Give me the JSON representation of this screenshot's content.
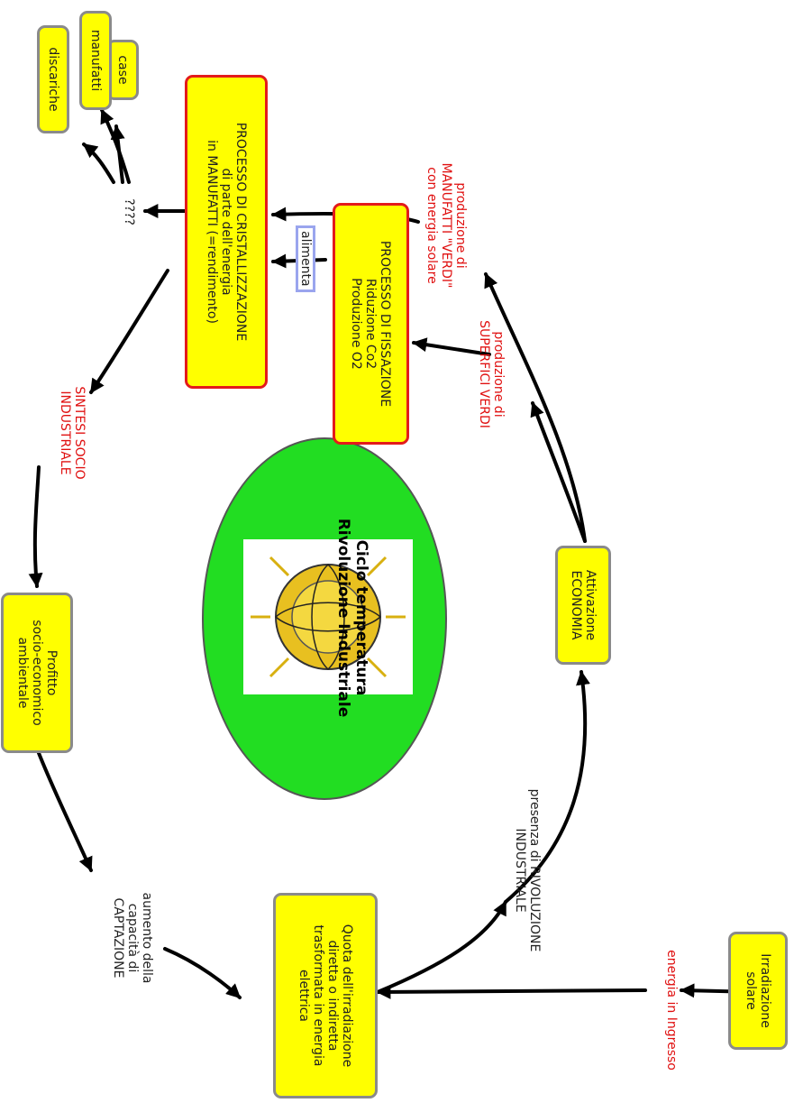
{
  "nodes": {
    "irradiazione_solare": [
      "Irradiazione",
      "solare"
    ],
    "quota_irradiazione": [
      "Quota dell'irradiazione",
      "diretta o indiretta",
      "trasformata in energia",
      "elettrica"
    ],
    "attivazione_economia": [
      "Attivazione",
      "ECONOMIA"
    ],
    "profitto": [
      "Profitto",
      "socio-economico",
      "ambientale"
    ],
    "processo_fissazione": [
      "PROCESSO DI FISSAZIONE",
      "Riduzione Co2",
      "Produzione O2"
    ],
    "processo_cristallizzazione": [
      "PROCESSO DI CRISTALLIZZAZIONE",
      "di parte dell'energia",
      "in MANUFATTI (=rendimento)"
    ],
    "case": "case",
    "manufatti": "manufatti",
    "discariche": "discariche"
  },
  "labels": {
    "energia_ingresso": [
      "energia in Ingresso"
    ],
    "presenza_rivoluzione": [
      "presenza di RIVOLUZIONE",
      "INDUSTRIALE"
    ],
    "aumento_captazione": [
      "aumento della",
      "capacità di",
      "CAPTAZIONE"
    ],
    "sintesi_socio": [
      "SINTESI SOCIO",
      "INDUSTRIALE"
    ],
    "produzione_superfici": [
      "produzione di",
      "SUPERFICI VERDI"
    ],
    "produzione_manufatti": [
      "produzione di",
      "MANUFATTI \"VERDI\"",
      "con energia solare"
    ],
    "question": [
      "????"
    ],
    "alimenta": "alimenta"
  },
  "center": {
    "title": [
      "Ciclo temperatura",
      "Rivoluzione Industriale"
    ]
  },
  "colors": {
    "box_fill": "#ffff00",
    "box_border": "#8a8a8a",
    "emphasis_border": "#e31b1b",
    "ellipse_fill": "#22dd22",
    "red_label": "#e01010",
    "tag_border": "#9aa5ee"
  }
}
